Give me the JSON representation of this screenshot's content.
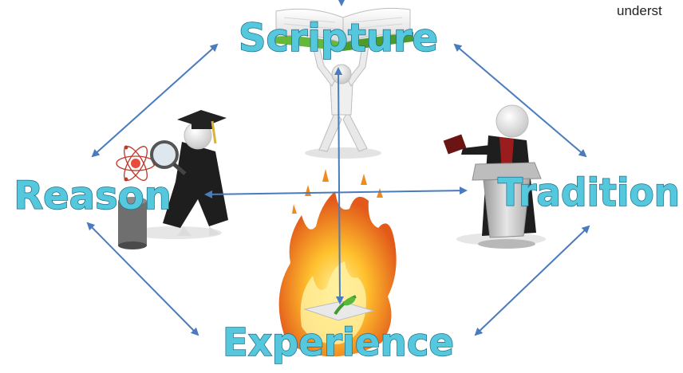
{
  "corner_text": "underst",
  "nodes": {
    "scripture": "Scripture",
    "reason": "Reason",
    "tradition": "Tradition",
    "experience": "Experience"
  },
  "colors": {
    "label_fill": "#55c8dd",
    "label_stroke": "#1f6f8a",
    "arrow": "#4a7bbf",
    "figure_white": "#f2f2f2",
    "gown": "#1e1e1e",
    "book_green": "#66b83a",
    "fire_orange": "#f08a1c",
    "fire_yellow": "#ffd23a",
    "podium_grey": "#c8c8c8"
  },
  "icons": {
    "scripture": "figure-lifting-bible-icon",
    "reason": "graduate-with-magnifier-icon",
    "tradition": "preacher-at-podium-icon",
    "experience": "burning-bush-icon"
  }
}
